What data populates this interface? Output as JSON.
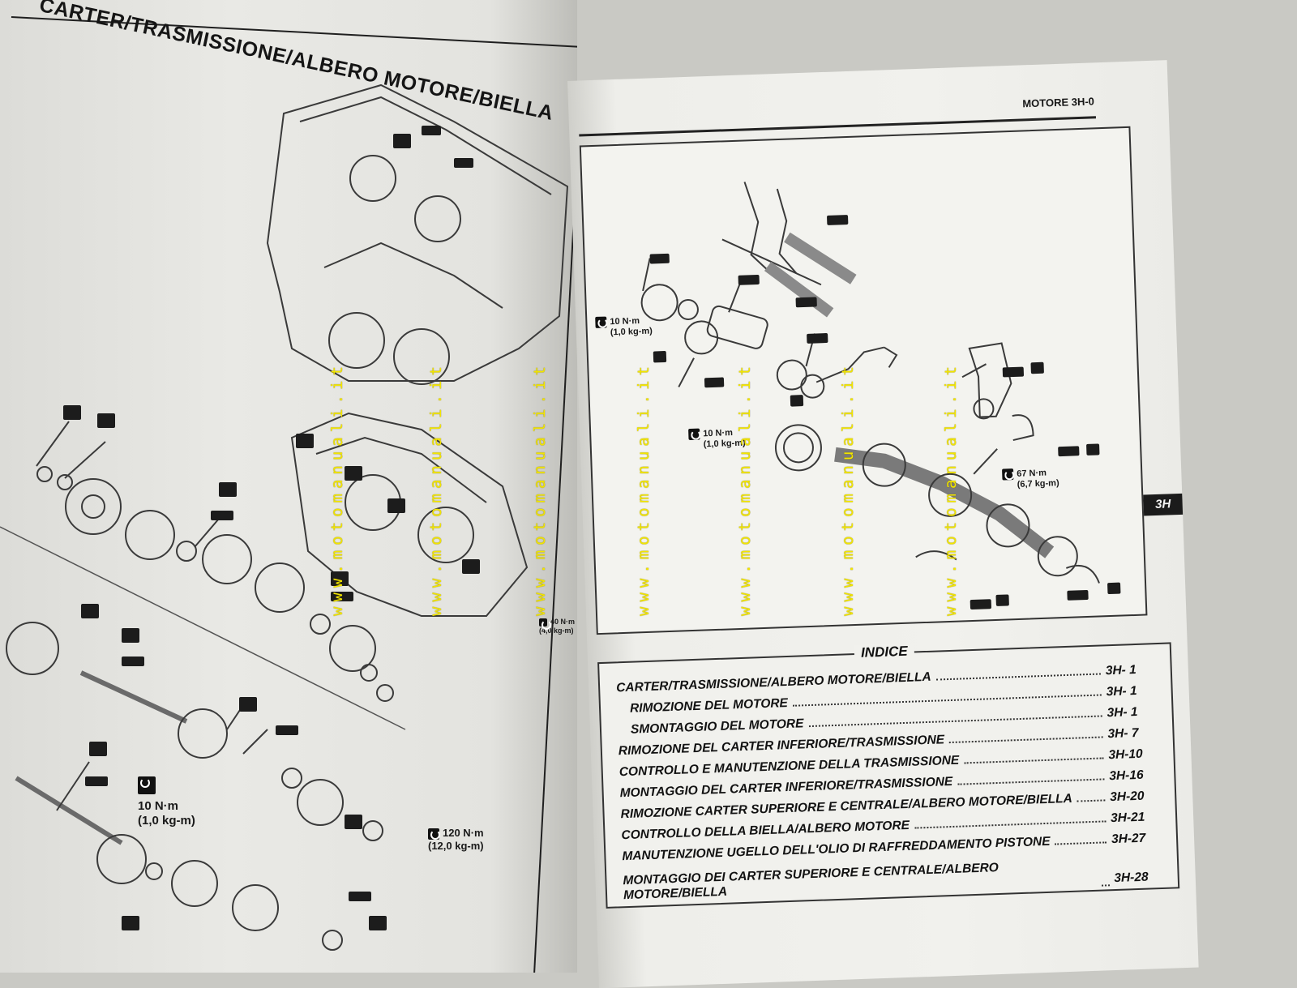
{
  "left_page": {
    "title": "CARTER/TRASMISSIONE/ALBERO MOTORE/BIELLA",
    "torques": [
      {
        "value": "10 N·m",
        "sub": "(1,0 kg-m)"
      },
      {
        "value": "120 N·m",
        "sub": "(12,0 kg-m)"
      },
      {
        "value": "40 N·m",
        "sub": "(4,0 kg-m)"
      }
    ]
  },
  "right_page": {
    "header": "MOTORE 3H-0",
    "section_tab": "3H",
    "diagram_torques": [
      {
        "value": "10 N·m",
        "sub": "(1,0 kg-m)"
      },
      {
        "value": "10 N·m",
        "sub": "(1,0 kg-m)"
      },
      {
        "value": "67 N·m",
        "sub": "(6,7 kg-m)"
      }
    ],
    "index": {
      "title": "INDICE",
      "entries": [
        {
          "label": "CARTER/TRASMISSIONE/ALBERO MOTORE/BIELLA",
          "page": "3H- 1"
        },
        {
          "label": "RIMOZIONE DEL MOTORE",
          "page": "3H- 1"
        },
        {
          "label": "SMONTAGGIO DEL MOTORE",
          "page": "3H- 1"
        },
        {
          "label": "RIMOZIONE DEL CARTER INFERIORE/TRASMISSIONE",
          "page": "3H- 7"
        },
        {
          "label": "CONTROLLO E MANUTENZIONE DELLA TRASMISSIONE",
          "page": "3H-10"
        },
        {
          "label": "MONTAGGIO DEL CARTER INFERIORE/TRASMISSIONE",
          "page": "3H-16"
        },
        {
          "label": "RIMOZIONE CARTER SUPERIORE E CENTRALE/ALBERO MOTORE/BIELLA",
          "page": "3H-20"
        },
        {
          "label": "CONTROLLO DELLA BIELLA/ALBERO MOTORE",
          "page": "3H-21"
        },
        {
          "label": "MANUTENZIONE UGELLO DELL'OLIO DI RAFFREDDAMENTO PISTONE",
          "page": "3H-27"
        },
        {
          "label": "MONTAGGIO DEI CARTER SUPERIORE E CENTRALE/ALBERO MOTORE/BIELLA",
          "page": "3H-28"
        }
      ]
    }
  },
  "watermark": "www.motomanuali.it"
}
